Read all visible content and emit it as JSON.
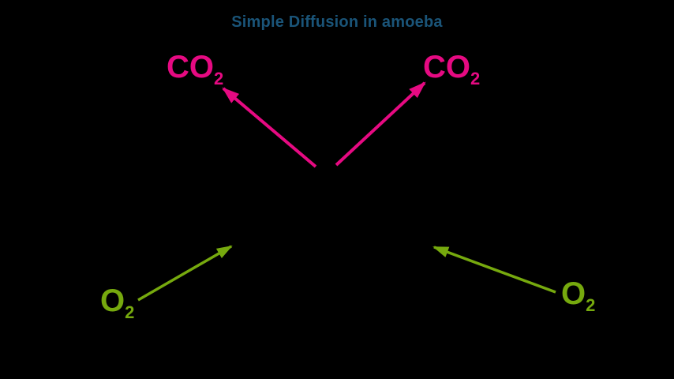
{
  "title": "Simple Diffusion in amoeba",
  "colors": {
    "background": "#000000",
    "title_text": "#1a5478",
    "co2": "#e60a82",
    "o2": "#76a90e"
  },
  "molecules": {
    "co2_left": {
      "base": "CO",
      "sub": "2"
    },
    "co2_right": {
      "base": "CO",
      "sub": "2"
    },
    "o2_left": {
      "base": "O",
      "sub": "2"
    },
    "o2_right": {
      "base": "O",
      "sub": "2"
    }
  }
}
